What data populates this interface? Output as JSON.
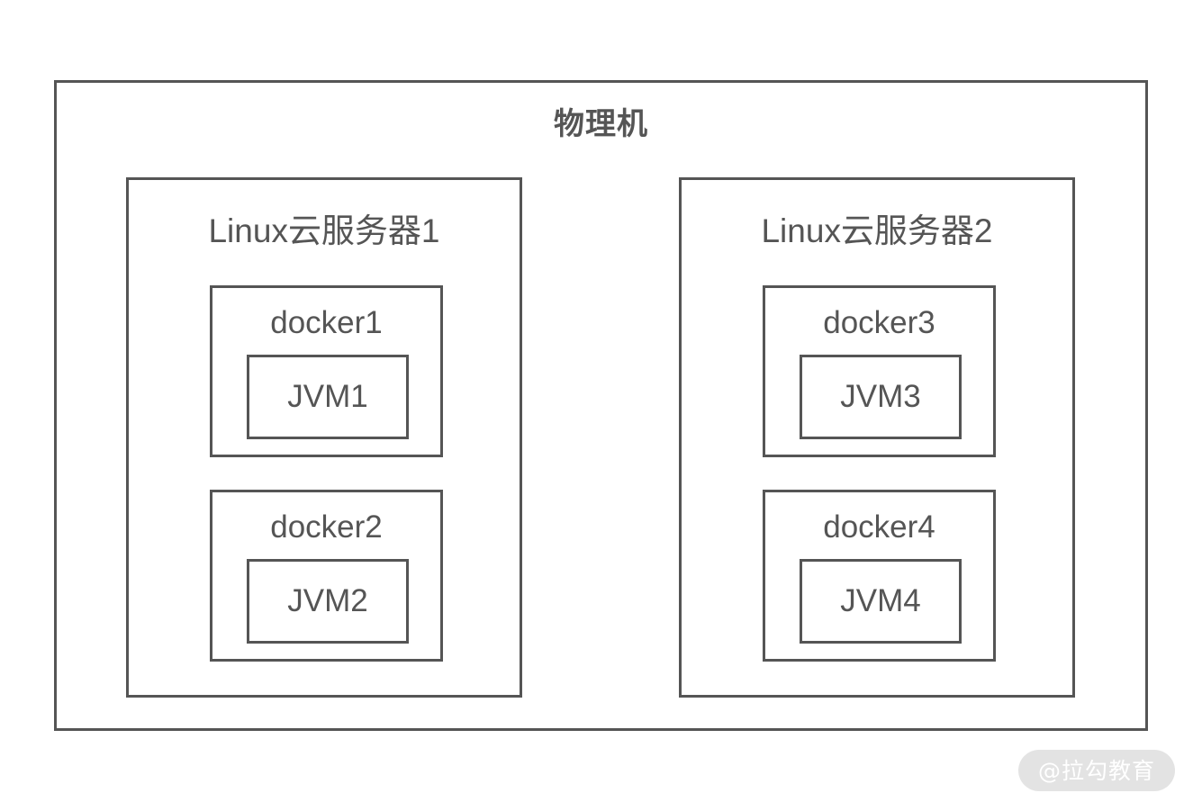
{
  "diagram": {
    "title": "物理机",
    "colors": {
      "stroke": "#555555",
      "text": "#555555",
      "background": "#ffffff",
      "watermark_pill": "#e3e3e3",
      "watermark_text": "#ffffff"
    },
    "servers": [
      {
        "label": "Linux云服务器1",
        "dockers": [
          {
            "label": "docker1",
            "jvm": "JVM1"
          },
          {
            "label": "docker2",
            "jvm": "JVM2"
          }
        ]
      },
      {
        "label": "Linux云服务器2",
        "dockers": [
          {
            "label": "docker3",
            "jvm": "JVM3"
          },
          {
            "label": "docker4",
            "jvm": "JVM4"
          }
        ]
      }
    ]
  },
  "watermark": {
    "text": "@拉勾教育"
  }
}
